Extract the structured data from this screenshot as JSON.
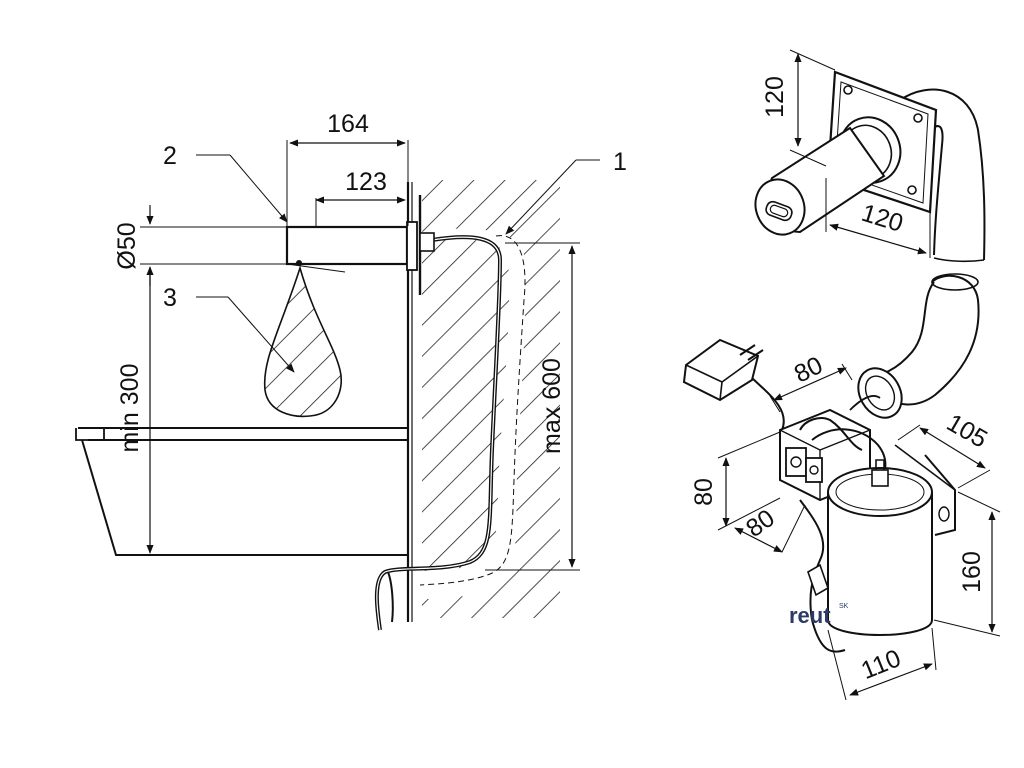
{
  "diagram": {
    "side_view": {
      "dim_width": "164",
      "dim_depth": "123",
      "dim_diameter": "Ø50",
      "dim_min_height": "min 300",
      "dim_max_depth": "max 600",
      "callout_1": "1",
      "callout_2": "2",
      "callout_3": "3"
    },
    "faucet_view": {
      "dim_plate_height": "120",
      "dim_spout_length": "120"
    },
    "tank_view": {
      "dim_unit_top": "80",
      "dim_valve_height": "80",
      "dim_valve_width": "80",
      "dim_bracket_width": "105",
      "dim_tank_height": "160",
      "dim_tank_diameter": "110"
    },
    "watermark": {
      "brand": "reut",
      "superscript": "SK"
    }
  }
}
